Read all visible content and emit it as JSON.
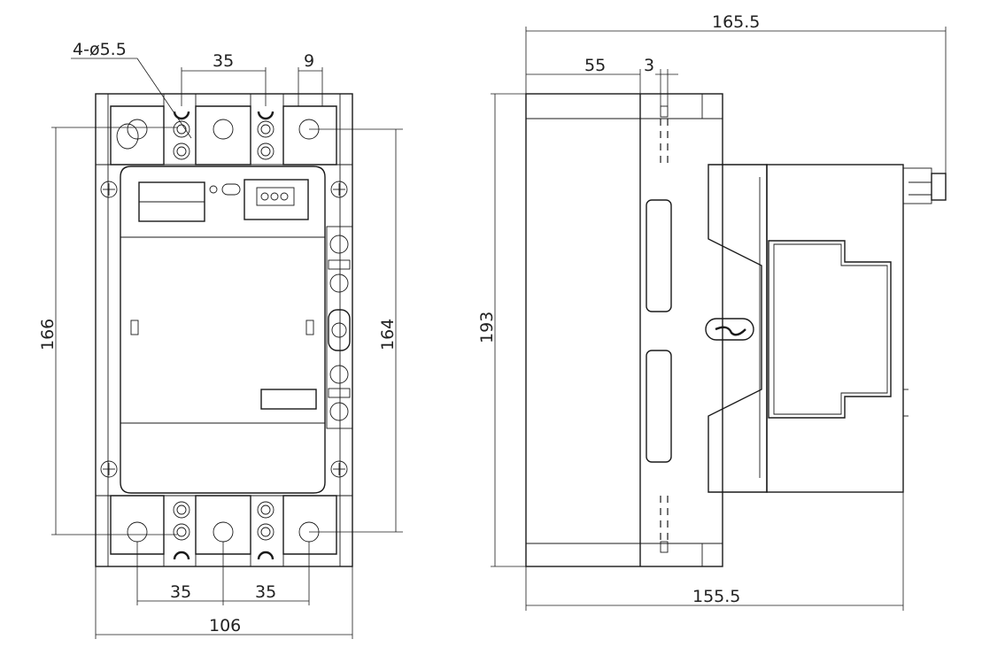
{
  "dimensions": {
    "front_hole": "4-ø5.5",
    "front_top_spacing": "35",
    "front_top_offset": "9",
    "front_height_outer": "166",
    "front_height_inner": "164",
    "front_bottom_spacing_left": "35",
    "front_bottom_spacing_right": "35",
    "front_width": "106",
    "side_total_depth": "165.5",
    "side_front_depth": "55",
    "side_small": "3",
    "side_height": "193",
    "side_body_depth": "155.5"
  }
}
